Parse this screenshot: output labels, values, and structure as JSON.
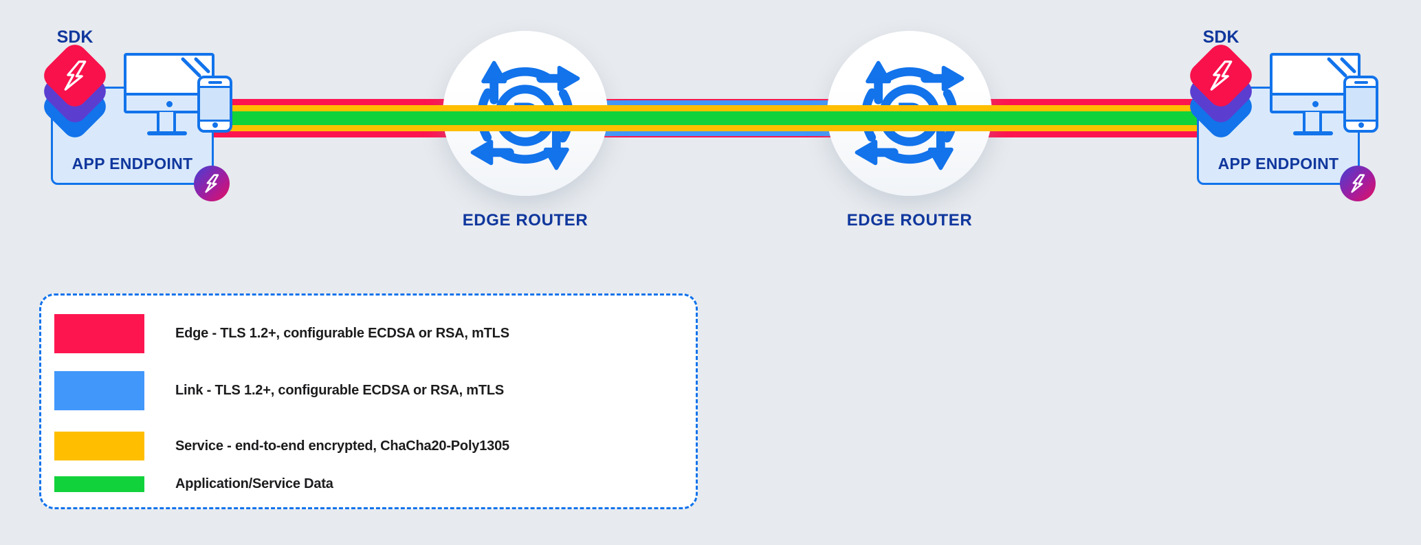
{
  "colors": {
    "background": "#E7EAEE",
    "edge_red": "#FD1550",
    "link_blue": "#4197FA",
    "service_yellow": "#FFBE00",
    "data_green": "#12D23B",
    "outline_blue": "#1273EB",
    "label_navy": "#10379D",
    "endpoint_fill": "#D9E9FB",
    "sdk_stack_red": "#F8114B",
    "sdk_stack_purple": "#5B3ED0",
    "sdk_stack_blue": "#1273EB",
    "badge_gradient_start": "#4340D4",
    "badge_gradient_end": "#E31161",
    "legend_text": "#1C1C1E"
  },
  "endpoints": {
    "left": {
      "sdk_label": "SDK",
      "box_label": "APP ENDPOINT"
    },
    "right": {
      "sdk_label": "SDK",
      "box_label": "APP ENDPOINT"
    }
  },
  "routers": {
    "left": {
      "label": "EDGE ROUTER"
    },
    "right": {
      "label": "EDGE ROUTER"
    }
  },
  "icons": {
    "sdk_stack": "ziti-bolt-icon",
    "badge": "ziti-bolt-icon",
    "router": "router-circulating-arrows-icon",
    "monitor": "desktop-monitor-icon",
    "phone": "smartphone-icon",
    "router_letter": "R"
  },
  "legend": {
    "items": [
      {
        "name": "edge",
        "color": "#FD1550",
        "label": "Edge - TLS 1.2+, configurable ECDSA or RSA, mTLS"
      },
      {
        "name": "link",
        "color": "#4197FA",
        "label": "Link - TLS 1.2+, configurable ECDSA or RSA, mTLS"
      },
      {
        "name": "service",
        "color": "#FFBE00",
        "label": "Service - end-to-end encrypted, ChaCha20-Poly1305"
      },
      {
        "name": "data",
        "color": "#12D23B",
        "label": "Application/Service Data"
      }
    ]
  }
}
